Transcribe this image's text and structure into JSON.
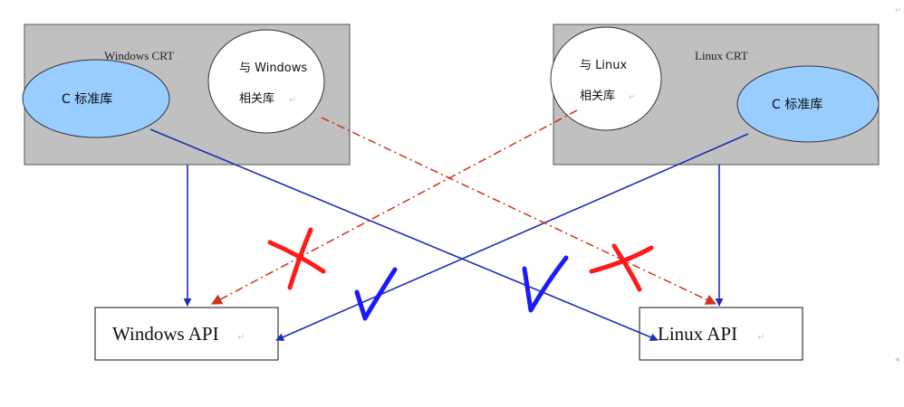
{
  "windows_crt": {
    "title": "Windows CRT",
    "c_lib": "C 标准库",
    "related_line1": "与 Windows",
    "related_line2": "相关库"
  },
  "linux_crt": {
    "title": "Linux CRT",
    "c_lib": "C 标准库",
    "related_line1": "与 Linux",
    "related_line2": "相关库"
  },
  "windows_api": {
    "label": "Windows API"
  },
  "linux_api": {
    "label": "Linux API"
  },
  "paragraph_mark": "↵",
  "colors": {
    "crt_box": "#c0c0c0",
    "c_lib_fill": "#99ccff",
    "allowed_arrow": "#1f2fb5",
    "forbidden_arrow": "#d03020",
    "cross_mark": "#ff1a1a",
    "check_mark": "#1a1aff"
  }
}
